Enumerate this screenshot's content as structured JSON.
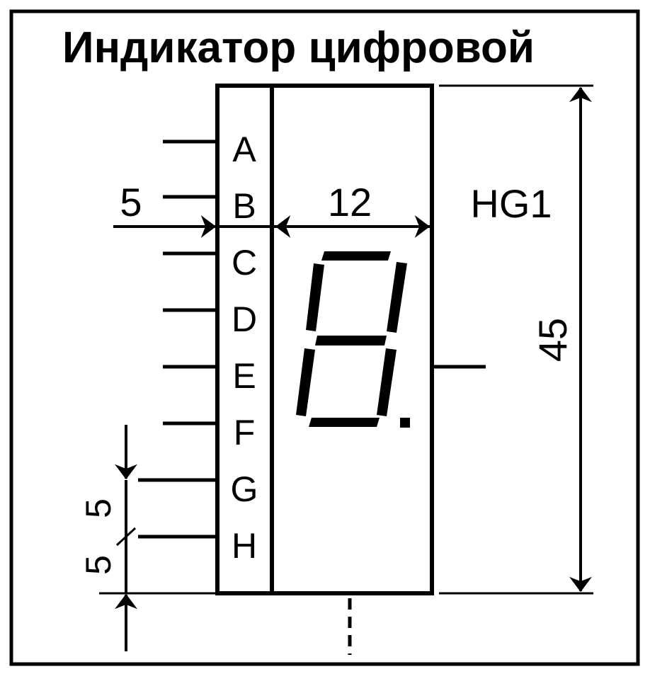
{
  "title": "Индикатор цифровой",
  "designator": "HG1",
  "pins": [
    "A",
    "B",
    "C",
    "D",
    "E",
    "F",
    "G",
    "H"
  ],
  "dimensions": {
    "pin_spacing": "5",
    "width": "12",
    "height": "45",
    "bottom_gap_upper": "5",
    "bottom_gap_lower": "5"
  },
  "display": {
    "type": "seven-segment",
    "shown_digit": "8",
    "decimal_point": true
  },
  "colors": {
    "ink": "#000000",
    "paper": "#ffffff"
  }
}
